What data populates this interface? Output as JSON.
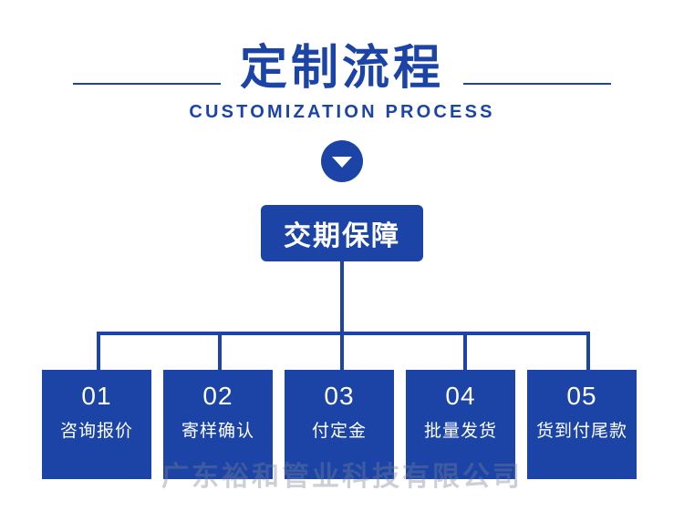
{
  "header": {
    "title_cn": "定制流程",
    "title_en": "CUSTOMIZATION PROCESS",
    "accent_color": "#1b44a6"
  },
  "arrow": {
    "icon": "triangle-down-icon"
  },
  "flow": {
    "root_label": "交期保障",
    "steps": [
      {
        "number": "01",
        "label": "咨询报价"
      },
      {
        "number": "02",
        "label": "寄样确认"
      },
      {
        "number": "03",
        "label": "付定金"
      },
      {
        "number": "04",
        "label": "批量发货"
      },
      {
        "number": "05",
        "label": "货到付尾款"
      }
    ]
  },
  "watermark": {
    "text": "广东裕和管业科技有限公司"
  }
}
